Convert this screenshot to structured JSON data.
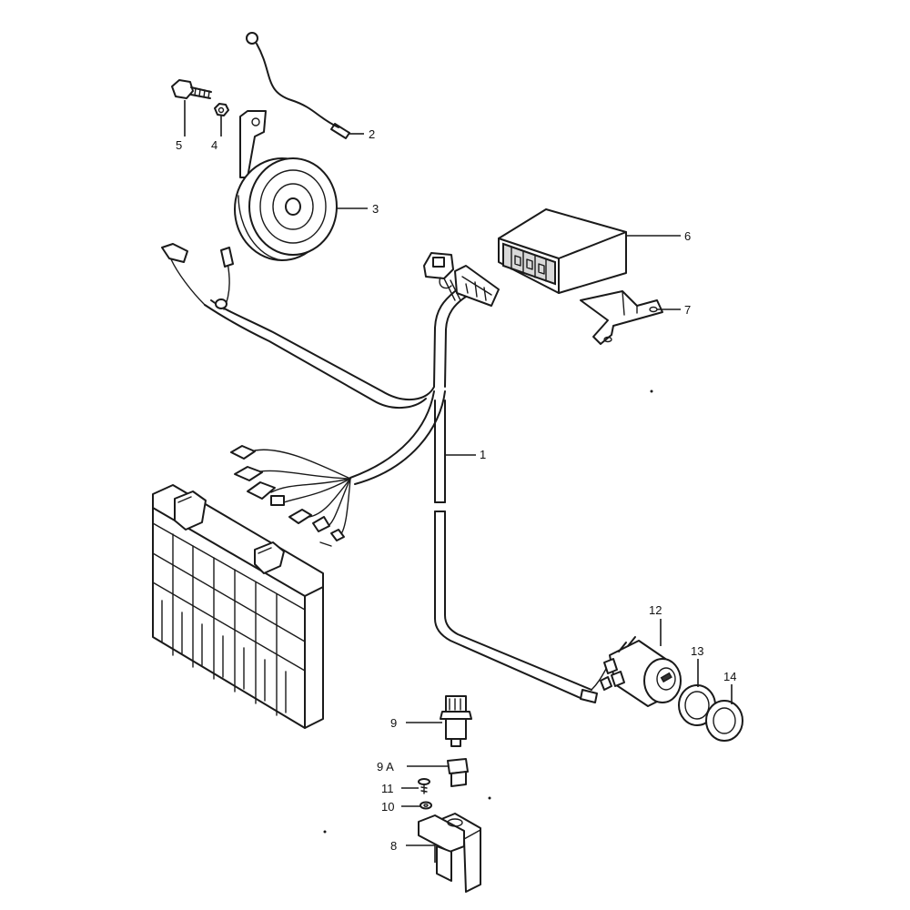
{
  "callouts": {
    "c1": "1",
    "c2": "2",
    "c3": "3",
    "c4": "4",
    "c5": "5",
    "c6": "6",
    "c7": "7",
    "c8": "8",
    "c9": "9",
    "c9a": "9 A",
    "c10": "10",
    "c11": "11",
    "c12": "12",
    "c13": "13",
    "c14": "14"
  }
}
